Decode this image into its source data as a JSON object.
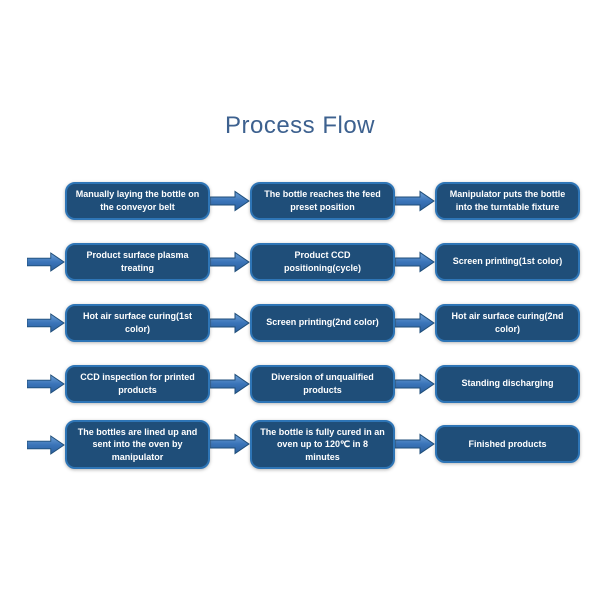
{
  "title": "Process Flow",
  "colors": {
    "box_fill": "#1f4e79",
    "box_border": "#2e75b6",
    "arrow_fill_top": "#6fa0d6",
    "arrow_fill_bottom": "#2c5f9e",
    "arrow_outline": "#1f4e79",
    "title_color": "#3d618f",
    "text_color": "#ffffff"
  },
  "rows": [
    {
      "entry_arrow": false,
      "steps": [
        "Manually laying the bottle on the conveyor belt",
        "The bottle reaches the feed preset position",
        "Manipulator puts the bottle into the turntable fixture"
      ]
    },
    {
      "entry_arrow": true,
      "steps": [
        "Product surface plasma treating",
        "Product CCD positioning(cycle)",
        "Screen printing(1st color)"
      ]
    },
    {
      "entry_arrow": true,
      "steps": [
        "Hot air surface curing(1st color)",
        "Screen printing(2nd color)",
        "Hot air surface curing(2nd color)"
      ]
    },
    {
      "entry_arrow": true,
      "steps": [
        "CCD inspection for printed products",
        "Diversion of unqualified products",
        "Standing discharging"
      ]
    },
    {
      "entry_arrow": true,
      "steps": [
        "The bottles are lined up and sent into the oven by manipulator",
        "The bottle is fully cured in an oven up to 120℃  in 8 minutes",
        "Finished products"
      ]
    }
  ]
}
